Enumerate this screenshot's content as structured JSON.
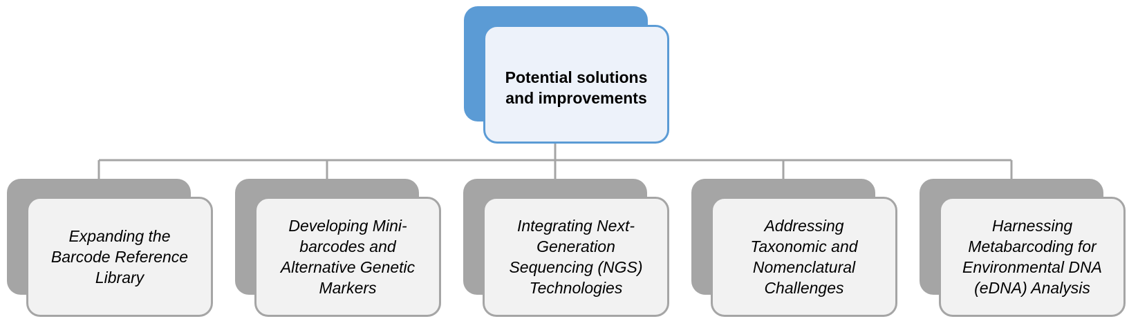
{
  "diagram": {
    "root": {
      "label": "Potential solutions\nand improvements"
    },
    "children": [
      {
        "label": "Expanding the\nBarcode Reference\nLibrary"
      },
      {
        "label": "Developing Mini-\nbarcodes and\nAlternative Genetic\nMarkers"
      },
      {
        "label": "Integrating Next-\nGeneration\nSequencing (NGS)\nTechnologies"
      },
      {
        "label": "Addressing\nTaxonomic and\nNomenclatural\nChallenges"
      },
      {
        "label": "Harnessing\nMetabarcoding for\nEnvironmental DNA\n(eDNA) Analysis"
      }
    ]
  },
  "colors": {
    "root_accent": "#5b9bd5",
    "root_fill": "#edf2fa",
    "child_accent": "#a5a5a5",
    "child_fill": "#f2f2f2",
    "connector": "#a5a5a5"
  }
}
